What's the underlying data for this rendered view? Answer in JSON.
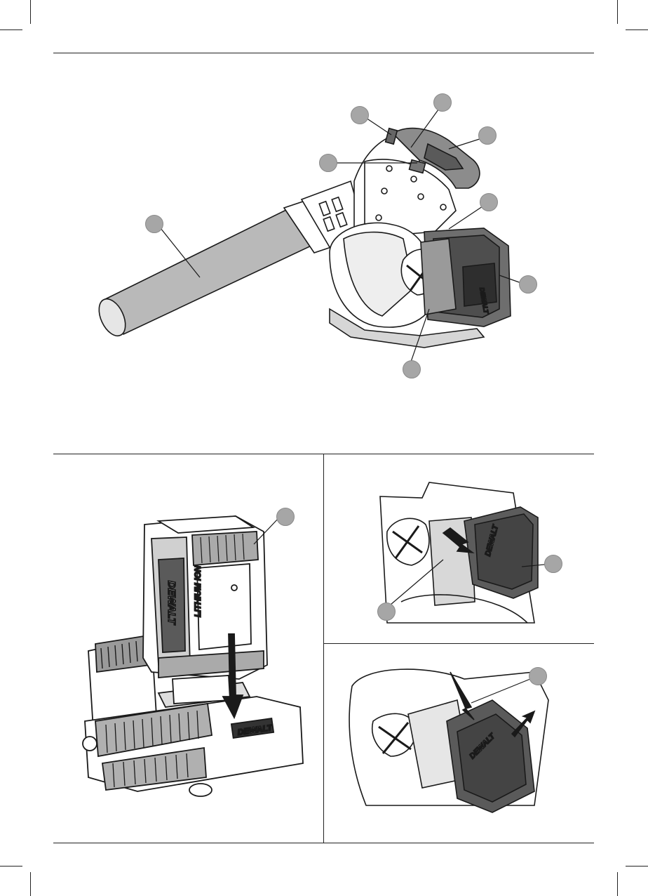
{
  "page": {
    "layout": "DEWALT battery leaf blower instruction manual illustration page",
    "accent_gray": "#a6a6a6",
    "line_color": "#222222"
  },
  "figures": {
    "main_blower": {
      "callouts": 8
    },
    "battery_charger": {
      "battery_brand": "DEWALT",
      "battery_type": "LITHIUM ION",
      "charger_brand": "DEWALT",
      "callouts": 1
    },
    "battery_insert": {
      "battery_brand": "DEWALT",
      "callouts": 2
    },
    "battery_remove": {
      "battery_brand": "DEWALT",
      "callouts": 1
    }
  },
  "icons": [
    "downward-arrow-icon",
    "insert-arrow-icon",
    "release-arrow-icon",
    "removal-arrow-icon"
  ]
}
